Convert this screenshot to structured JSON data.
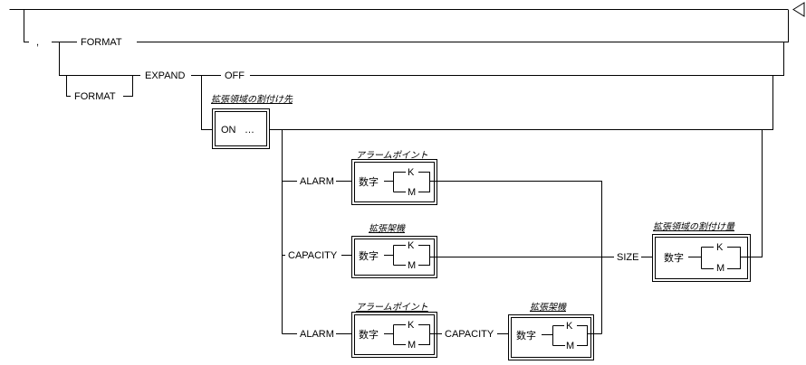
{
  "diagram": {
    "type": "railroad-syntax",
    "comma": ",",
    "format_kw": "FORMAT",
    "format_opt_kw": "FORMAT",
    "expand_kw": "EXPAND",
    "off_kw": "OFF",
    "on_box": {
      "caption": "拡張領域の割付け先",
      "label": "ON",
      "ellipsis": "…"
    },
    "branches": {
      "alarm": {
        "kw": "ALARM",
        "caption": "アラームポイント",
        "num": "数字",
        "k": "K",
        "m": "M"
      },
      "capacity": {
        "kw": "CAPACITY",
        "caption": "拡張架機",
        "num": "数字",
        "k": "K",
        "m": "M"
      },
      "alarm2": {
        "kw": "ALARM",
        "caption": "アラームポイント",
        "num": "数字",
        "k": "K",
        "m": "M"
      },
      "capacity2": {
        "kw": "CAPACITY",
        "caption": "拡張架機",
        "num": "数字",
        "k": "K",
        "m": "M"
      }
    },
    "size": {
      "kw": "SIZE",
      "caption": "拡張領域の割付け量",
      "num": "数字",
      "k": "K",
      "m": "M"
    },
    "end_marker": "triangle-terminator"
  }
}
